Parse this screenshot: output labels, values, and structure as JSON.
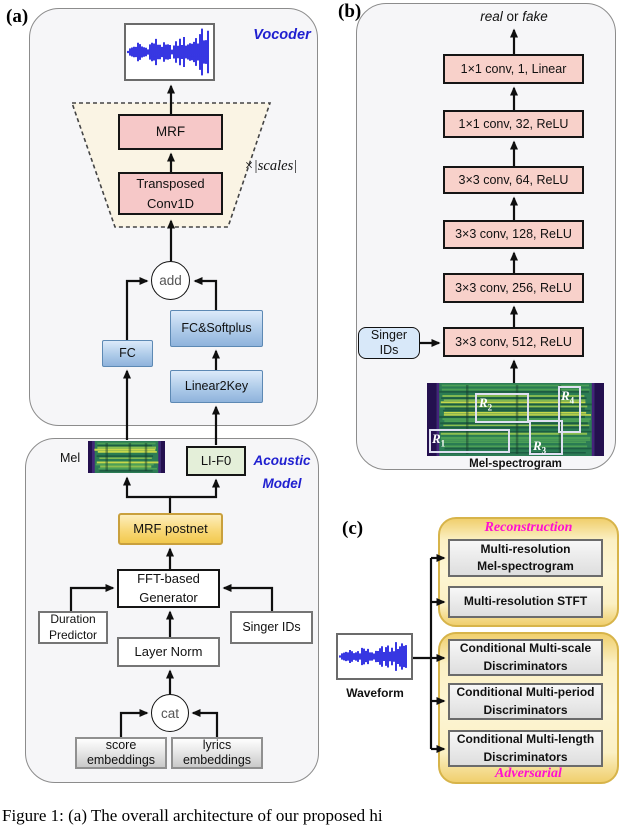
{
  "panel_a": {
    "label": "(a)",
    "vocoder_title": "Vocoder",
    "mrf": "MRF",
    "transposed": [
      "Transposed",
      "Conv1D"
    ],
    "scales": "×|scales|",
    "add": "add",
    "fc": "FC",
    "fc_softplus": "FC&Softplus",
    "linear2key": "Linear2Key",
    "mel_label": "Mel",
    "lif0": "LI-F0",
    "acoustic_title": [
      "Acoustic",
      "Model"
    ],
    "mrf_postnet": "MRF postnet",
    "fft": [
      "FFT-based",
      "Generator"
    ],
    "duration": [
      "Duration",
      "Predictor"
    ],
    "singer_ids": "Singer IDs",
    "layer_norm": "Layer Norm",
    "cat": "cat",
    "score": [
      "score",
      "embeddings"
    ],
    "lyrics": [
      "lyrics",
      "embeddings"
    ]
  },
  "panel_b": {
    "label": "(b)",
    "output": {
      "real": "real",
      "or": " or ",
      "fake": "fake"
    },
    "convs": [
      "1×1 conv, 1, Linear",
      "1×1 conv, 32, ReLU",
      "3×3 conv, 64, ReLU",
      "3×3 conv, 128, ReLU",
      "3×3 conv, 256, ReLU",
      "3×3 conv, 512, ReLU"
    ],
    "singer": [
      "Singer",
      "IDs"
    ],
    "mel_caption": "Mel-spectrogram",
    "regions": [
      {
        "base": "R",
        "sub": "1"
      },
      {
        "base": "R",
        "sub": "2"
      },
      {
        "base": "R",
        "sub": "3"
      },
      {
        "base": "R",
        "sub": "4"
      }
    ]
  },
  "panel_c": {
    "label": "(c)",
    "reconstruction_title": "Reconstruction",
    "adversarial_title": "Adversarial",
    "waveform_label": "Waveform",
    "recon_boxes": [
      [
        "Multi-resolution",
        "Mel-spectrogram"
      ],
      [
        "Multi-resolution STFT"
      ]
    ],
    "adv_boxes": [
      [
        "Conditional Multi-scale",
        "Discriminators"
      ],
      [
        "Conditional Multi-period",
        "Discriminators"
      ],
      [
        "Conditional Multi-length",
        "Discriminators"
      ]
    ]
  },
  "caption": "Figure 1: (a) The overall architecture of our proposed hi",
  "colors": {
    "panel_fill": "#f6f6f8",
    "panel_border": "#8c8c8c",
    "pink_box": "#f6c8c8",
    "blue_box_top": "#dceafa",
    "blue_box_bottom": "#8fb3dc",
    "green_box": "#e4efd9",
    "gold_box": "#f5d264",
    "gold_border": "#c9a03d",
    "yellow_container": "#fdf5d4",
    "container_border": "#d7b44a",
    "blue_text": "#2020d0",
    "magenta_text": "#ff10cf",
    "waveform_blue": "#1414dd",
    "arrow": "#0f0f0f"
  }
}
